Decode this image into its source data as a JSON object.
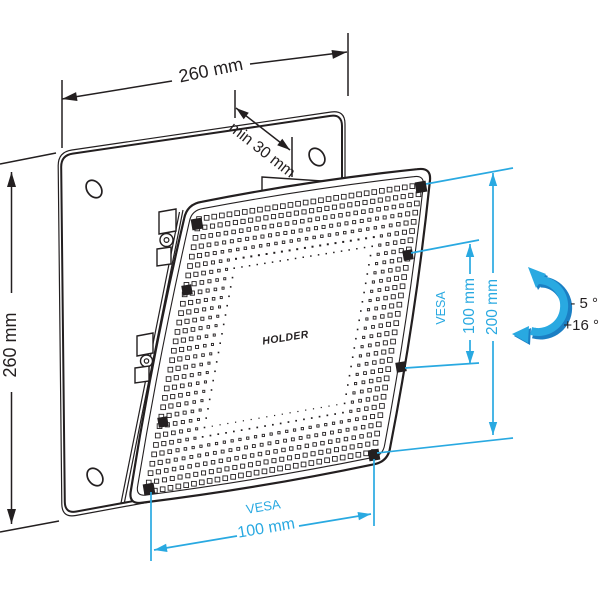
{
  "colors": {
    "ink": "#231f20",
    "accent": "#29a9e1",
    "accent_dark": "#1b7fc4",
    "background": "#ffffff"
  },
  "diagram": {
    "brand_logo": "HOLDER",
    "dimensions": {
      "wall_plate_width": "260 mm",
      "wall_plate_height": "260 mm",
      "min_wall_clearance": "min 30 mm",
      "mount_height": "200 mm",
      "vesa_vertical": {
        "label": "VESA",
        "value": "100 mm"
      },
      "vesa_horizontal": {
        "label": "VESA",
        "value": "100 mm"
      }
    },
    "tilt": {
      "up": "- 5 °",
      "down": "+16 °"
    }
  }
}
